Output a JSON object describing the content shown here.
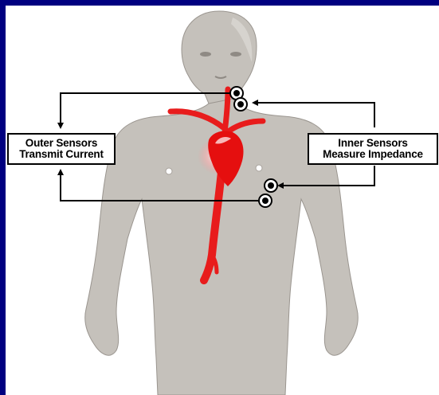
{
  "outer_sensors": {
    "line1": "Outer Sensors",
    "line2": "Transmit Current"
  },
  "inner_sensors": {
    "line1": "Inner Sensors",
    "line2": "Measure Impedance"
  },
  "colors": {
    "background": "#000080",
    "body": "#c5c1bb",
    "artery": "#e81c1c",
    "heart": "#e50f0f",
    "arrows": "#000000"
  }
}
